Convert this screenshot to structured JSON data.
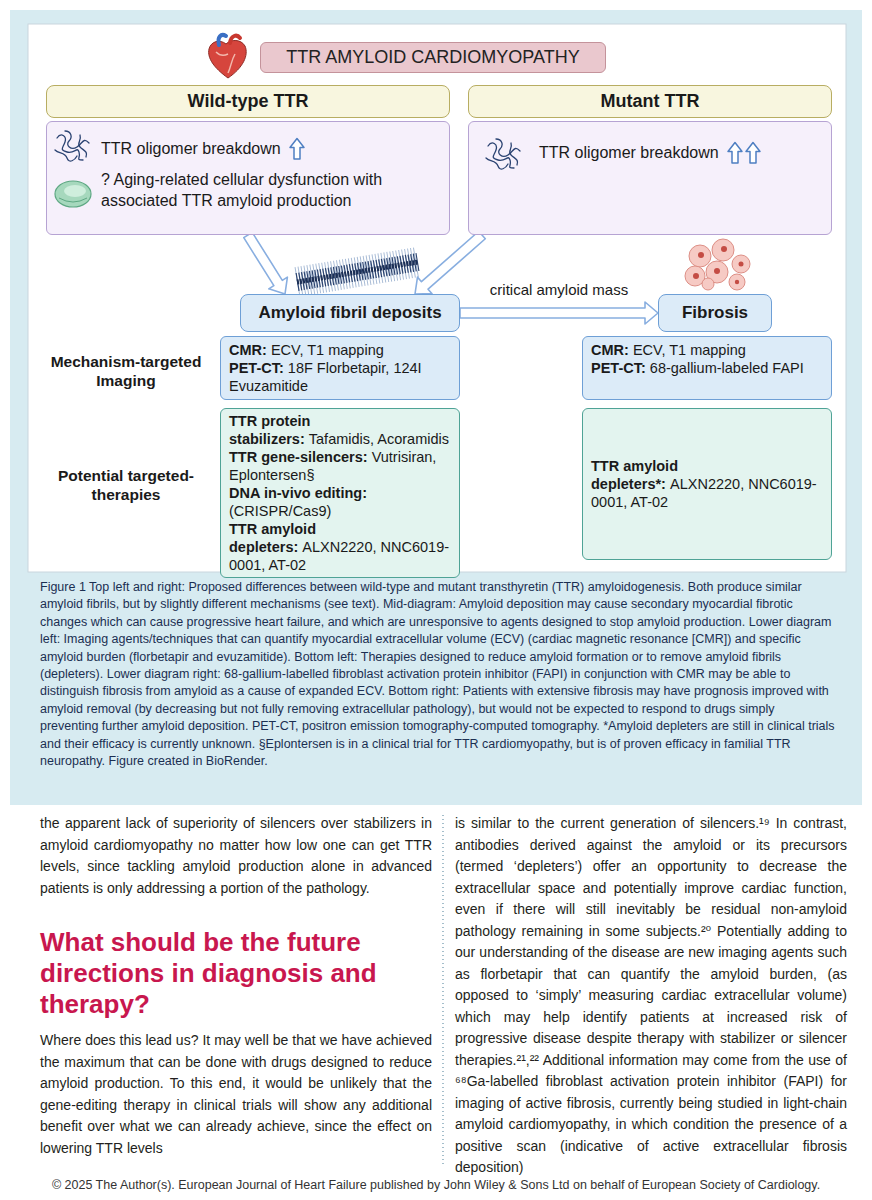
{
  "diagram": {
    "title": "TTR AMYLOID CARDIOMYOPATHY",
    "caption": "Figure 1 Top left and right: Proposed differences between wild-type and mutant transthyretin (TTR) amyloidogenesis. Both produce similar amyloid fibrils, but by slightly different mechanisms (see text). Mid-diagram: Amyloid deposition may cause secondary myocardial fibrotic changes which can cause progressive heart failure, and which are unresponsive to agents designed to stop amyloid production. Lower diagram left: Imaging agents/techniques that can quantify myocardial extracellular volume (ECV) (cardiac magnetic resonance [CMR]) and specific amyloid burden (florbetapir and evuzamitide). Bottom left: Therapies designed to reduce amyloid formation or to remove amyloid fibrils (depleters). Lower diagram right: 68-gallium-labelled fibroblast activation protein inhibitor (FAPI) in conjunction with CMR may be able to distinguish fibrosis from amyloid as a cause of expanded ECV. Bottom right: Patients with extensive fibrosis may have prognosis improved with amyloid removal (by decreasing but not fully removing extracellular pathology), but would not be expected to respond to drugs simply preventing further amyloid deposition. PET-CT, positron emission tomography-computed tomography. *Amyloid depleters are still in clinical trials and their efficacy is currently unknown. §Eplontersen is in a clinical trial for TTR cardiomyopathy, but is of proven efficacy in familial TTR neuropathy. Figure created in BioRender.",
    "nodes": [
      {
        "text": [
          "Wild-type TTR"
        ]
      },
      {
        "text": [
          "Mutant TTR"
        ]
      },
      {
        "text": [
          "TTR oligomer breakdown",
          "? Aging-related cellular dysfunction with associated TTR amyloid production"
        ]
      },
      {
        "text": [
          "TTR oligomer breakdown"
        ]
      },
      {
        "text": [
          "Amyloid fibril deposits"
        ]
      },
      {
        "text": [
          "Fibrosis"
        ]
      },
      {
        "text": [
          "CMR:",
          "ECV, T1 mapping",
          "PET-CT:",
          "18F Florbetapir, 124I Evuzamitide"
        ]
      },
      {
        "text": [
          "CMR:",
          "ECV, T1 mapping",
          "PET-CT:",
          "68-gallium-labeled FAPI"
        ]
      },
      {
        "text": [
          "TTR protein stabilizers:",
          "Tafamidis, Acoramidis",
          "TTR gene-silencers:",
          "Vutrisiran, Eplontersen§",
          "DNA in-vivo editing:",
          "(CRISPR/Cas9)",
          "TTR amyloid depleters:",
          "ALXN2220, NNC6019-0001, AT-02"
        ]
      },
      {
        "text": [
          "TTR amyloid depleters*:",
          "ALXN2220, NNC6019-0001, AT-02"
        ]
      }
    ],
    "edges": [
      {
        "from": 2,
        "to": 4,
        "arrow": "to"
      },
      {
        "from": 3,
        "to": 4,
        "arrow": "to"
      },
      {
        "from": 4,
        "to": 5,
        "label": "critical amyloid mass",
        "arrow": "to"
      }
    ],
    "labels": [
      "Mechanism-targeted Imaging",
      "Potential targeted-therapies",
      "the apparent lack of superiority of silencers over stabilizers in amyloid cardiomyopathy no matter how low one can get TTR levels, since tackling amyloid production alone in advanced patients is only addressing a portion of the pathology.",
      "What should be the future directions in diagnosis and therapy?",
      "Where does this lead us? It may well be that we have achieved the maximum that can be done with drugs designed to reduce amyloid production. To this end, it would be unlikely that the gene-editing therapy in clinical trials will show any additional benefit over what we can already achieve, since the effect on lowering TTR levels",
      "is similar to the current generation of silencers.¹⁹ In contrast, antibodies derived against the amyloid or its precursors (termed ‘depleters’) offer an opportunity to decrease the extracellular space and potentially improve cardiac function, even if there will still inevitably be residual non-amyloid pathology remaining in some subjects.²⁰ Potentially adding to our understanding of the disease are new imaging agents such as florbetapir that can quantify the amyloid burden, (as opposed to ‘simply’ measuring cardiac extracellular volume) which may help identify patients at increased risk of progressive disease despite therapy with stabilizer or silencer therapies.²¹,²² Additional information may come from the use of ⁶⁸Ga-labelled fibroblast activation protein inhibitor (FAPI) for imaging of active fibrosis, currently being studied in light-chain amyloid cardiomyopathy, in which condition the presence of a positive scan (indicative of active extracellular fibrosis deposition)",
      "© 2025 The Author(s). European Journal of Heart Failure published by John Wiley & Sons Ltd on behalf of European Society of Cardiology."
    ]
  }
}
